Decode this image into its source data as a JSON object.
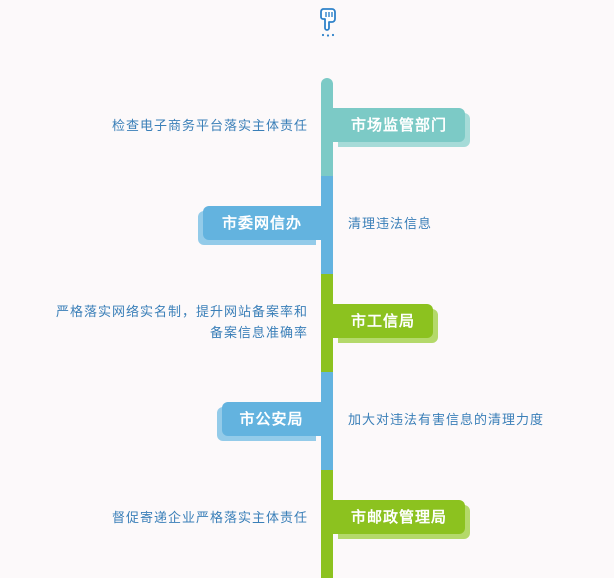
{
  "colors": {
    "teal": "#7ccac6",
    "teal_shadow": "#a6dbd8",
    "blue": "#63b3df",
    "blue_shadow": "#93cbe9",
    "green": "#8cc21f",
    "green_shadow": "#b4d96a",
    "text": "#3a7fb8"
  },
  "icon": {
    "name": "hand-pointing-down-icon"
  },
  "timeline": [
    {
      "dept": "市场监管部门",
      "desc": [
        "检查电子商务平台落实主体责任"
      ]
    },
    {
      "dept": "市委网信办",
      "desc": [
        "清理违法信息"
      ]
    },
    {
      "dept": "市工信局",
      "desc": [
        "严格落实网络实名制，提升网站备案率和",
        "备案信息准确率"
      ]
    },
    {
      "dept": "市公安局",
      "desc": [
        "加大对违法有害信息的清理力度"
      ]
    },
    {
      "dept": "市邮政管理局",
      "desc": [
        "督促寄递企业严格落实主体责任"
      ]
    }
  ]
}
